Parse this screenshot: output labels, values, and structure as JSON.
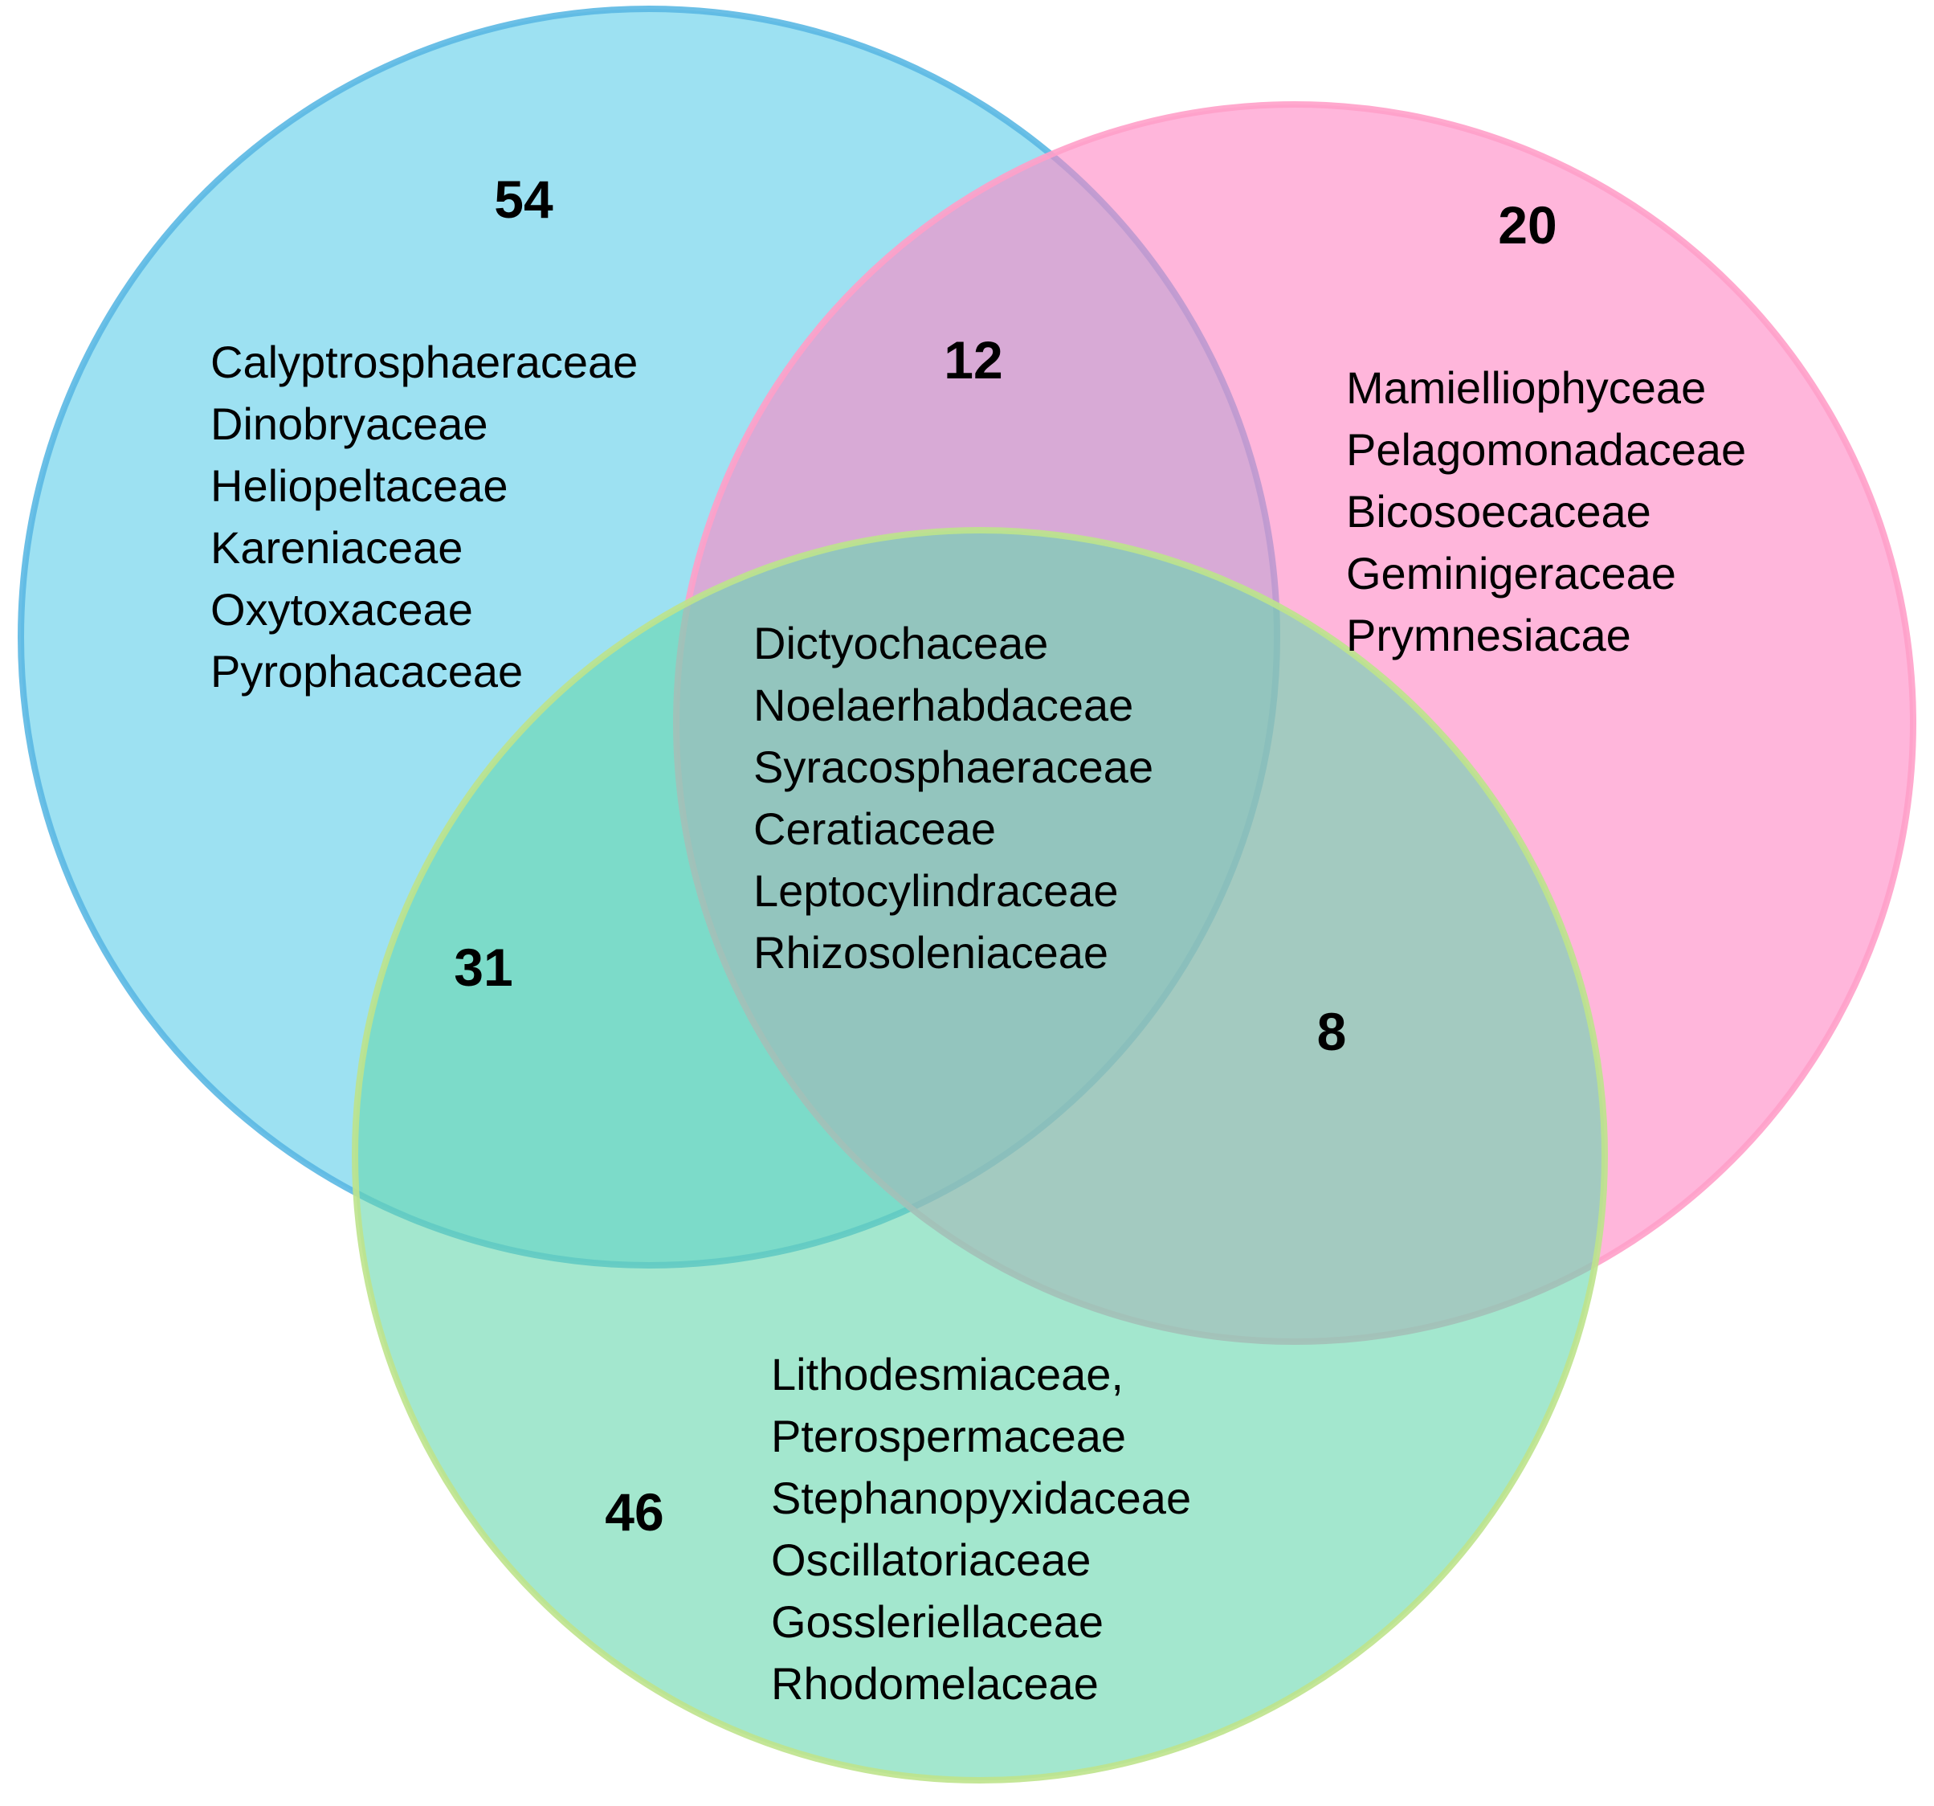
{
  "sets": [
    {
      "id": "blue",
      "color": "#5BCDE9",
      "stroke": "#5BB8E3"
    },
    {
      "id": "pink",
      "color": "#FF86C3",
      "stroke": "#FFA0C9"
    },
    {
      "id": "green",
      "color": "#66D7AE",
      "stroke": "#BEE38C"
    }
  ],
  "regions": {
    "blue_only": {
      "count": "54",
      "families": [
        "Calyptrosphaeraceae",
        "Dinobryaceae",
        "Heliopeltaceae",
        "Kareniaceae",
        "Oxytoxaceae",
        "Pyrophacaceae"
      ]
    },
    "pink_only": {
      "count": "20",
      "families": [
        "Mamielliophyceae",
        "Pelagomonadaceae",
        "Bicosoecaceae",
        "Geminigeraceae",
        "Prymnesiacae"
      ]
    },
    "green_only": {
      "count": "46",
      "families": [
        "Lithodesmiaceae,",
        "Pterospermaceae",
        "Stephanopyxidaceae",
        "Oscillatoriaceae",
        "Gossleriellaceae",
        "Rhodomelaceae"
      ]
    },
    "blue_pink": {
      "count": "12"
    },
    "blue_green": {
      "count": "31"
    },
    "pink_green": {
      "count": "8"
    },
    "all_three": {
      "families": [
        "Dictyochaceae",
        "Noelaerhabdaceae",
        "Syracosphaeraceae",
        "Ceratiaceae",
        "Leptocylindraceae",
        "Rhizosoleniaceae"
      ]
    }
  }
}
